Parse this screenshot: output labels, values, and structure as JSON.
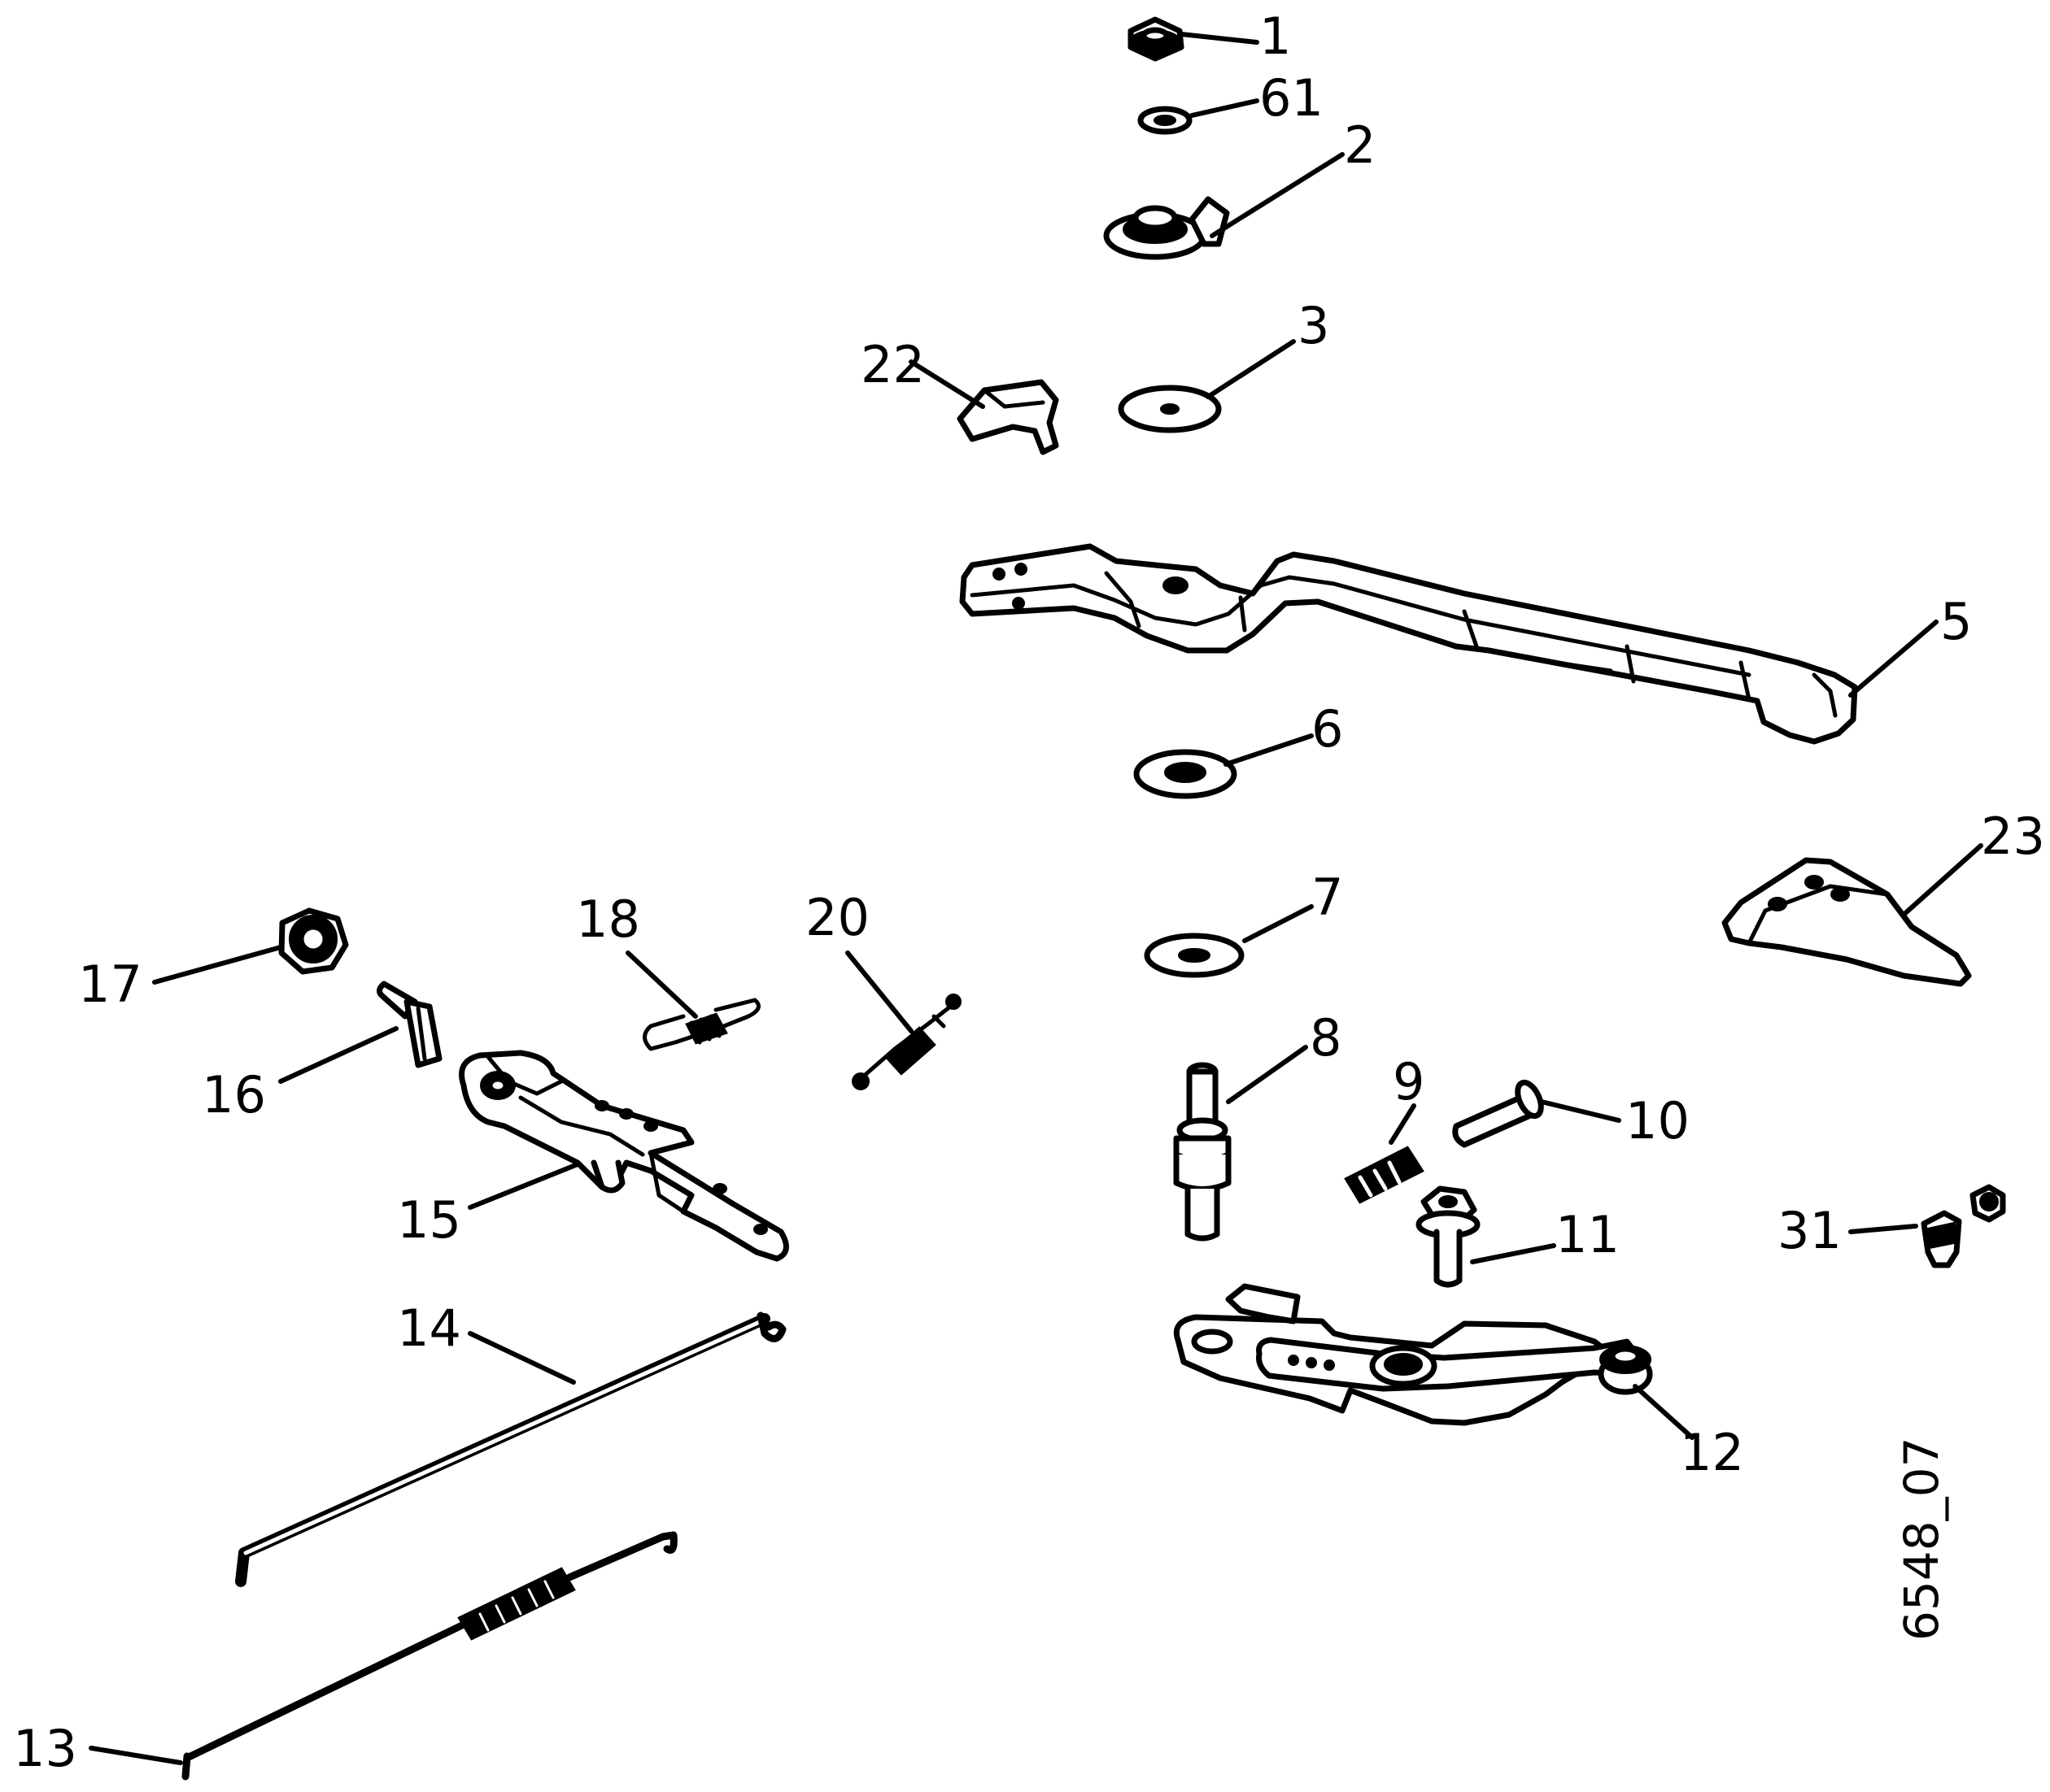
{
  "figure_code": "6548_07",
  "callouts": {
    "c1": "1",
    "c61": "61",
    "c2": "2",
    "c3": "3",
    "c22": "22",
    "c5": "5",
    "c6": "6",
    "c23": "23",
    "c7": "7",
    "c17": "17",
    "c18": "18",
    "c20": "20",
    "c16": "16",
    "c8": "8",
    "c9": "9",
    "c10": "10",
    "c15": "15",
    "c11": "11",
    "c31": "31",
    "c14": "14",
    "c12": "12",
    "c13": "13"
  }
}
